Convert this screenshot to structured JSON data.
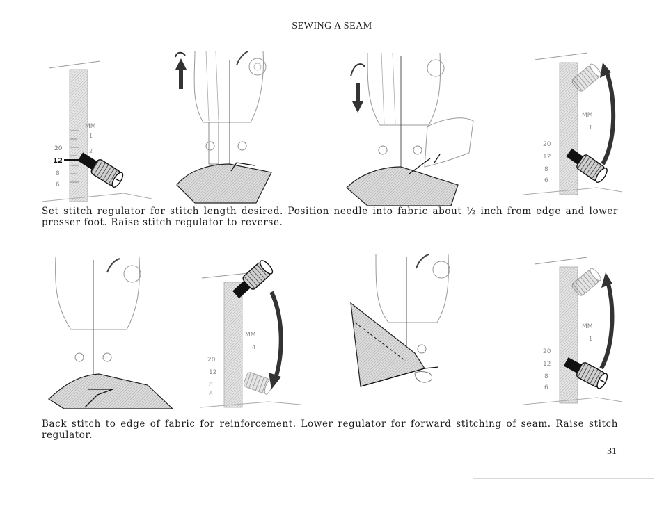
{
  "page": {
    "title": "SEWING A SEAM",
    "caption_top": "Set stitch regulator for stitch length desired. Position needle into fabric about ½ inch from edge and lower presser foot. Raise stitch regulator to reverse.",
    "caption_bottom": "Back stitch to edge of fabric for reinforcement. Lower regulator for forward stitching of seam. Raise stitch regulator.",
    "page_number": "31"
  },
  "figures": {
    "scale_labels": {
      "unit": "MM",
      "tick_1": "1",
      "tick_2": "2",
      "tick_4": "4",
      "val_20": "20",
      "val_12": "12",
      "val_8": "8",
      "val_6": "6"
    }
  },
  "colors": {
    "ink": "#1a1a1a",
    "fabric": "#d9d9d9",
    "arrow": "#333333",
    "light_line": "#9a9a9a"
  }
}
